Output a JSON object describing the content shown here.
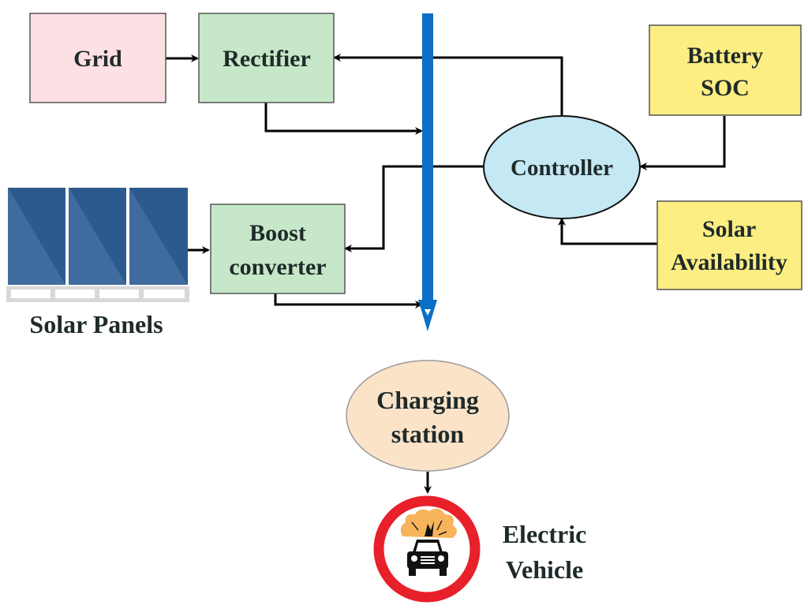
{
  "diagram": {
    "title": "Solar and grid powered EV charging station block diagram",
    "nodes": {
      "grid": {
        "label": "Grid",
        "fill": "#fde0e3"
      },
      "rectifier": {
        "label": "Rectifier",
        "fill": "#c6e8c8"
      },
      "battery_soc": {
        "line1": "Battery",
        "line2": "SOC",
        "fill": "#fcee83"
      },
      "controller": {
        "label": "Controller",
        "fill": "#c4e8f4"
      },
      "solar_availability": {
        "line1": "Solar",
        "line2": "Availability",
        "fill": "#fcee83"
      },
      "boost_converter": {
        "line1": "Boost",
        "line2": "converter",
        "fill": "#c6e8c8"
      },
      "solar_panels": {
        "label": "Solar Panels",
        "panel_color": "#2e5e93"
      },
      "charging_station": {
        "line1": "Charging",
        "line2": "station",
        "fill": "#fbe3c8"
      },
      "electric_vehicle": {
        "line1": "Electric",
        "line2": "Vehicle",
        "ring_color": "#e8202a",
        "blast_color": "#f7b45a"
      }
    },
    "dc_bus": {
      "color": "#0b6fc5"
    },
    "connections": [
      {
        "from": "grid",
        "to": "rectifier"
      },
      {
        "from": "rectifier",
        "to": "dc_bus"
      },
      {
        "from": "controller",
        "to": "rectifier"
      },
      {
        "from": "controller",
        "to": "boost_converter"
      },
      {
        "from": "battery_soc",
        "to": "controller"
      },
      {
        "from": "solar_availability",
        "to": "controller"
      },
      {
        "from": "solar_panels",
        "to": "boost_converter"
      },
      {
        "from": "boost_converter",
        "to": "dc_bus"
      },
      {
        "from": "dc_bus",
        "to": "charging_station"
      },
      {
        "from": "charging_station",
        "to": "electric_vehicle"
      }
    ]
  }
}
